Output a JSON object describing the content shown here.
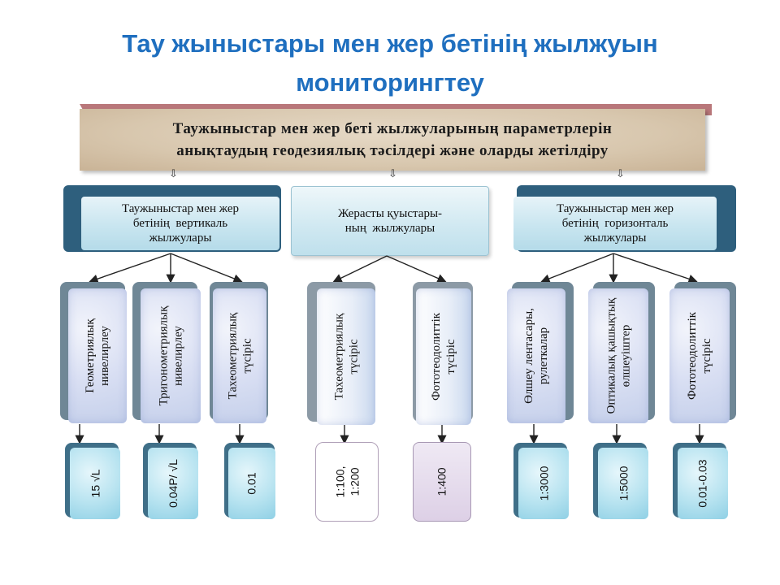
{
  "title": {
    "line1": "Тау жыныстары мен жер бетінің  жылжуын",
    "line2": "мониторингтеу"
  },
  "top_box": {
    "line1": "Таужыныстар мен жер беті  жылжуларының  параметрлерін",
    "line2": "анықтаудың  геодезиялық тәсілдері және оларды жетілдіру"
  },
  "down_arrow_glyph": "⇩",
  "categories": [
    {
      "text": "Таужыныстар мен жер\nбетінің  вертикаль\nжылжулары"
    },
    {
      "text": "Жерасты қуыстары-\nның  жылжулары"
    },
    {
      "text": "Таужыныстар мен жер\nбетінің  горизонталь\nжылжулары"
    }
  ],
  "methods": [
    {
      "text": "Геометриялық\nнивелирлеу"
    },
    {
      "text": "Тригонометриялық\nнивелирлеу"
    },
    {
      "text": "Тахеометриялық\nтүсіріс"
    },
    {
      "text": "Тахеометриялық\nтүсіріс"
    },
    {
      "text": "Фототеодолиттік\nтүсіріс"
    },
    {
      "text": "Өлшеу лентасары,\nрулеткалар"
    },
    {
      "text": "Оптикалық қашықтық\nөлшеуіштер"
    },
    {
      "text": "Фототеодолиттік\nтүсіріс"
    }
  ],
  "values": [
    {
      "text": "15 √L"
    },
    {
      "text": "0.04P/ √L"
    },
    {
      "text": "0.01"
    },
    {
      "text": "1:100,\n1:200"
    },
    {
      "text": "1:400"
    },
    {
      "text": "1:3000"
    },
    {
      "text": "1:5000"
    },
    {
      "text": "0.01-0.03"
    }
  ]
}
